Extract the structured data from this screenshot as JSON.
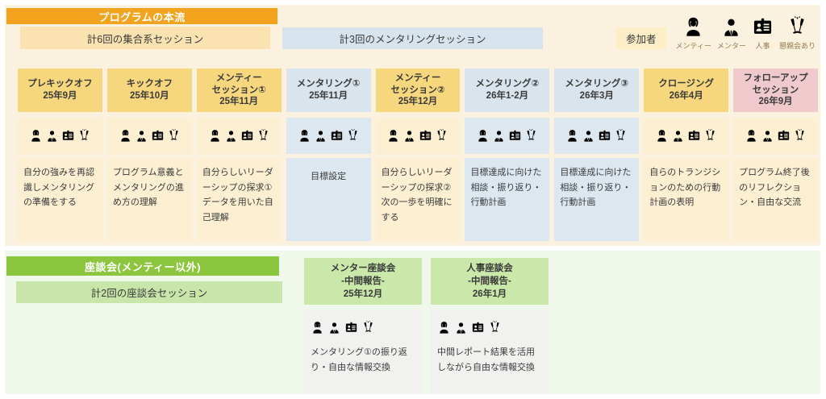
{
  "main_flow": {
    "title": "プログラムの本流",
    "group_sessions_label": "計6回の集合系セッション",
    "mentoring_sessions_label": "計3回のメンタリングセッション"
  },
  "legend": {
    "title": "参加者",
    "roles": [
      {
        "icon": "mentee-icon",
        "label": "メンティー"
      },
      {
        "icon": "mentor-icon",
        "label": "メンター"
      },
      {
        "icon": "hr-card-icon",
        "label": "人事"
      },
      {
        "icon": "champagne-icon",
        "label": "懇親会あり"
      }
    ]
  },
  "columns": [
    {
      "title": "プレキックオフ",
      "date": "25年9月",
      "theme": "gold",
      "participants": [
        true,
        false,
        false,
        false
      ],
      "description": "自分の強みを再認識しメンタリングの準備をする"
    },
    {
      "title": "キックオフ",
      "date": "25年10月",
      "theme": "gold",
      "participants": [
        true,
        true,
        true,
        true
      ],
      "description": "プログラム意義とメンタリングの進め方の理解"
    },
    {
      "title": "メンティー\nセッション①",
      "date": "25年11月",
      "theme": "gold",
      "participants": [
        true,
        false,
        false,
        false
      ],
      "description": "自分らしいリーダーシップの探求①データを用いた自己理解"
    },
    {
      "title": "メンタリング①",
      "date": "25年11月",
      "theme": "blue",
      "participants": [
        true,
        true,
        false,
        false
      ],
      "description": "目標設定"
    },
    {
      "title": "メンティー\nセッション②",
      "date": "25年12月",
      "theme": "gold",
      "participants": [
        true,
        false,
        false,
        false
      ],
      "description": "自分らしいリーダーシップの探求②次の一歩を明確にする"
    },
    {
      "title": "メンタリング②",
      "date": "26年1-2月",
      "theme": "blue",
      "participants": [
        true,
        true,
        false,
        false
      ],
      "description": "目標達成に向けた相談・振り返り・行動計画"
    },
    {
      "title": "メンタリング③",
      "date": "26年3月",
      "theme": "blue",
      "participants": [
        true,
        true,
        false,
        false
      ],
      "description": "目標達成に向けた相談・振り返り・行動計画"
    },
    {
      "title": "クロージング",
      "date": "26年4月",
      "theme": "gold",
      "participants": [
        true,
        true,
        true,
        true
      ],
      "description": "自らのトランジションのための行動計画の表明"
    },
    {
      "title": "フォローアップ\nセッション",
      "date": "26年9月",
      "theme": "pink",
      "participants": [
        true,
        true,
        true,
        true
      ],
      "description": "プログラム終了後のリフレクション・自由な交流"
    }
  ],
  "roundtable": {
    "title": "座談会(メンティー以外)",
    "sessions_label": "計2回の座談会セッション",
    "cards": [
      {
        "title": "メンター座談会",
        "subtitle": "-中間報告-",
        "date": "25年12月",
        "participants": [
          false,
          true,
          false,
          true
        ],
        "description": "メンタリング①の振り返り・自由な情報交換"
      },
      {
        "title": "人事座談会",
        "subtitle": "-中間報告-",
        "date": "26年1月",
        "participants": [
          false,
          false,
          true,
          false
        ],
        "description": "中間レポート結果を活用しながら自由な情報交換"
      }
    ]
  },
  "colors": {
    "main_flow_orange": "#F2A41E",
    "group_band_orange": "#FBE2B1",
    "mentoring_band_blue": "#D8E4ED",
    "session_header_gold": "#F7D77E",
    "session_header_blue": "#D9E4EC",
    "session_header_pink": "#F0C9CD",
    "session_body_cream": "#FCEFD2",
    "session_body_blue": "#DCE7EF",
    "roundtable_green": "#8CC63F",
    "roundtable_band_green": "#C8E5AA",
    "card_header_green": "#C9E8A9",
    "card_body_gray": "#F1F1EF",
    "icon_active": "#D9930E",
    "icon_inactive": "#F5DFA9"
  }
}
